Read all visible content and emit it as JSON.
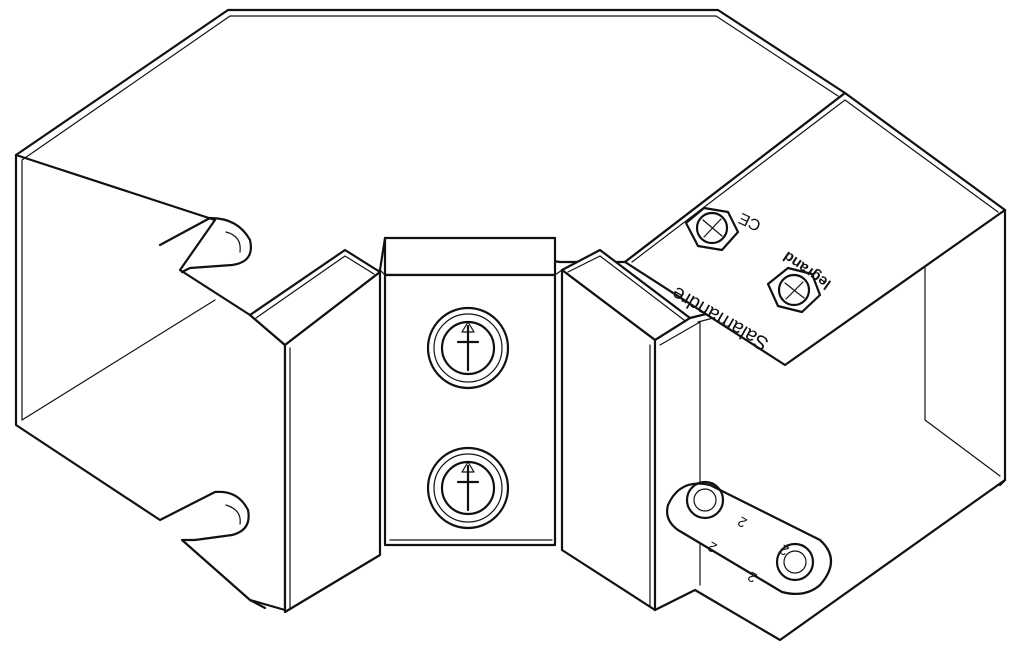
{
  "drawing": {
    "brand_text": "Salamandre",
    "maker_text": "legrand",
    "ce_mark": "CE",
    "plate_marks": [
      "2",
      "2",
      "2",
      "2"
    ],
    "line_color": "#111111",
    "background_color": "#ffffff"
  }
}
